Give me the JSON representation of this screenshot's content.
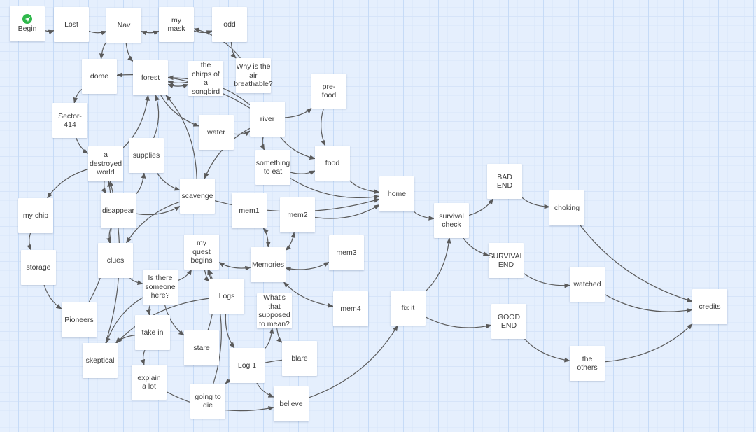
{
  "app": {
    "view": "story-map",
    "start_icon": "rocket-icon",
    "colors": {
      "background": "#e5effd",
      "grid_major": "#c6dbf7",
      "grid_minor": "#d6e4f9",
      "passage": "#ffffff",
      "text": "#3a3a3a",
      "link": "#5a5a5a",
      "start_badge": "#2eb84b"
    }
  },
  "passages": [
    {
      "id": "begin",
      "title": "Begin",
      "start": true
    },
    {
      "id": "lost",
      "title": "Lost"
    },
    {
      "id": "nav",
      "title": "Nav"
    },
    {
      "id": "mask",
      "title": "my\nmask"
    },
    {
      "id": "odd",
      "title": "odd"
    },
    {
      "id": "dome",
      "title": "dome"
    },
    {
      "id": "forest",
      "title": "forest"
    },
    {
      "id": "chirps",
      "title": "the\nchirps of\na\nsongbird"
    },
    {
      "id": "air",
      "title": "Why is the\nair\nbreathable?"
    },
    {
      "id": "sector",
      "title": "Sector-\n414"
    },
    {
      "id": "water",
      "title": "water"
    },
    {
      "id": "river",
      "title": "river"
    },
    {
      "id": "prefood",
      "title": "pre-\nfood"
    },
    {
      "id": "destroyed",
      "title": "a\ndestroyed\nworld"
    },
    {
      "id": "supplies",
      "title": "supplies"
    },
    {
      "id": "eat",
      "title": "something\nto eat"
    },
    {
      "id": "food",
      "title": "food"
    },
    {
      "id": "scavenge",
      "title": "scavenge"
    },
    {
      "id": "home",
      "title": "home"
    },
    {
      "id": "chip",
      "title": "my chip"
    },
    {
      "id": "disappear",
      "title": "disappear"
    },
    {
      "id": "mem1",
      "title": "mem1"
    },
    {
      "id": "mem2",
      "title": "mem2"
    },
    {
      "id": "survival",
      "title": "survival\ncheck"
    },
    {
      "id": "bad",
      "title": "BAD\nEND"
    },
    {
      "id": "choking",
      "title": "choking"
    },
    {
      "id": "storage",
      "title": "storage"
    },
    {
      "id": "clues",
      "title": "clues"
    },
    {
      "id": "quest",
      "title": "my\nquest\nbegins"
    },
    {
      "id": "memories",
      "title": "Memories"
    },
    {
      "id": "mem3",
      "title": "mem3"
    },
    {
      "id": "survend",
      "title": "SURVIVAL\nEND"
    },
    {
      "id": "watched",
      "title": "watched"
    },
    {
      "id": "someone",
      "title": "Is there\nsomeone\nhere?"
    },
    {
      "id": "logs",
      "title": "Logs"
    },
    {
      "id": "whats",
      "title": "What's\nthat\nsupposed\nto mean?"
    },
    {
      "id": "mem4",
      "title": "mem4"
    },
    {
      "id": "fixit",
      "title": "fix it"
    },
    {
      "id": "good",
      "title": "GOOD\nEND"
    },
    {
      "id": "credits",
      "title": "credits"
    },
    {
      "id": "pioneers",
      "title": "Pioneers"
    },
    {
      "id": "takein",
      "title": "take in"
    },
    {
      "id": "stare",
      "title": "stare"
    },
    {
      "id": "blare",
      "title": "blare"
    },
    {
      "id": "log1",
      "title": "Log 1"
    },
    {
      "id": "skeptical",
      "title": "skeptical"
    },
    {
      "id": "explain",
      "title": "explain\na lot"
    },
    {
      "id": "die",
      "title": "going to\ndie"
    },
    {
      "id": "believe",
      "title": "believe"
    },
    {
      "id": "others",
      "title": "the\nothers"
    }
  ],
  "links": [
    {
      "from": "begin",
      "to": "lost"
    },
    {
      "from": "lost",
      "to": "nav"
    },
    {
      "from": "nav",
      "to": "mask",
      "both": true
    },
    {
      "from": "mask",
      "to": "odd"
    },
    {
      "from": "nav",
      "to": "dome"
    },
    {
      "from": "nav",
      "to": "forest"
    },
    {
      "from": "odd",
      "to": "air"
    },
    {
      "from": "air",
      "to": "mask"
    },
    {
      "from": "forest",
      "to": "chirps",
      "both": true
    },
    {
      "from": "chirps",
      "to": "forest"
    },
    {
      "from": "river",
      "to": "forest"
    },
    {
      "from": "river",
      "to": "dome"
    },
    {
      "from": "forest",
      "to": "water"
    },
    {
      "from": "water",
      "to": "river"
    },
    {
      "from": "dome",
      "to": "sector"
    },
    {
      "from": "sector",
      "to": "destroyed"
    },
    {
      "from": "destroyed",
      "to": "forest"
    },
    {
      "from": "supplies",
      "to": "forest"
    },
    {
      "from": "scavenge",
      "to": "forest"
    },
    {
      "from": "river",
      "to": "prefood"
    },
    {
      "from": "prefood",
      "to": "food"
    },
    {
      "from": "river",
      "to": "food"
    },
    {
      "from": "river",
      "to": "eat"
    },
    {
      "from": "river",
      "to": "scavenge"
    },
    {
      "from": "eat",
      "to": "food"
    },
    {
      "from": "eat",
      "to": "home"
    },
    {
      "from": "food",
      "to": "home"
    },
    {
      "from": "scavenge",
      "to": "home"
    },
    {
      "from": "mem2",
      "to": "home"
    },
    {
      "from": "supplies",
      "to": "scavenge"
    },
    {
      "from": "destroyed",
      "to": "chip"
    },
    {
      "from": "destroyed",
      "to": "disappear"
    },
    {
      "from": "disappear",
      "to": "supplies"
    },
    {
      "from": "disappear",
      "to": "scavenge"
    },
    {
      "from": "disappear",
      "to": "clues"
    },
    {
      "from": "scavenge",
      "to": "clues"
    },
    {
      "from": "chip",
      "to": "storage"
    },
    {
      "from": "storage",
      "to": "pioneers"
    },
    {
      "from": "pioneers",
      "to": "destroyed"
    },
    {
      "from": "skeptical",
      "to": "destroyed"
    },
    {
      "from": "clues",
      "to": "someone"
    },
    {
      "from": "someone",
      "to": "quest"
    },
    {
      "from": "someone",
      "to": "takein"
    },
    {
      "from": "someone",
      "to": "stare"
    },
    {
      "from": "someone",
      "to": "skeptical"
    },
    {
      "from": "takein",
      "to": "skeptical"
    },
    {
      "from": "takein",
      "to": "explain"
    },
    {
      "from": "stare",
      "to": "quest"
    },
    {
      "from": "die",
      "to": "quest"
    },
    {
      "from": "quest",
      "to": "logs"
    },
    {
      "from": "quest",
      "to": "memories",
      "both": true
    },
    {
      "from": "memories",
      "to": "mem1",
      "both": true
    },
    {
      "from": "memories",
      "to": "mem2",
      "both": true
    },
    {
      "from": "memories",
      "to": "mem3",
      "both": true
    },
    {
      "from": "memories",
      "to": "mem4",
      "both": true
    },
    {
      "from": "logs",
      "to": "log1"
    },
    {
      "from": "logs",
      "to": "skeptical"
    },
    {
      "from": "log1",
      "to": "whats"
    },
    {
      "from": "whats",
      "to": "blare"
    },
    {
      "from": "blare",
      "to": "die"
    },
    {
      "from": "log1",
      "to": "believe"
    },
    {
      "from": "explain",
      "to": "believe"
    },
    {
      "from": "believe",
      "to": "fixit"
    },
    {
      "from": "home",
      "to": "survival"
    },
    {
      "from": "fixit",
      "to": "survival"
    },
    {
      "from": "fixit",
      "to": "good"
    },
    {
      "from": "survival",
      "to": "bad"
    },
    {
      "from": "survival",
      "to": "survend"
    },
    {
      "from": "bad",
      "to": "choking"
    },
    {
      "from": "choking",
      "to": "credits"
    },
    {
      "from": "survend",
      "to": "watched"
    },
    {
      "from": "watched",
      "to": "credits"
    },
    {
      "from": "good",
      "to": "others"
    },
    {
      "from": "others",
      "to": "credits"
    }
  ]
}
